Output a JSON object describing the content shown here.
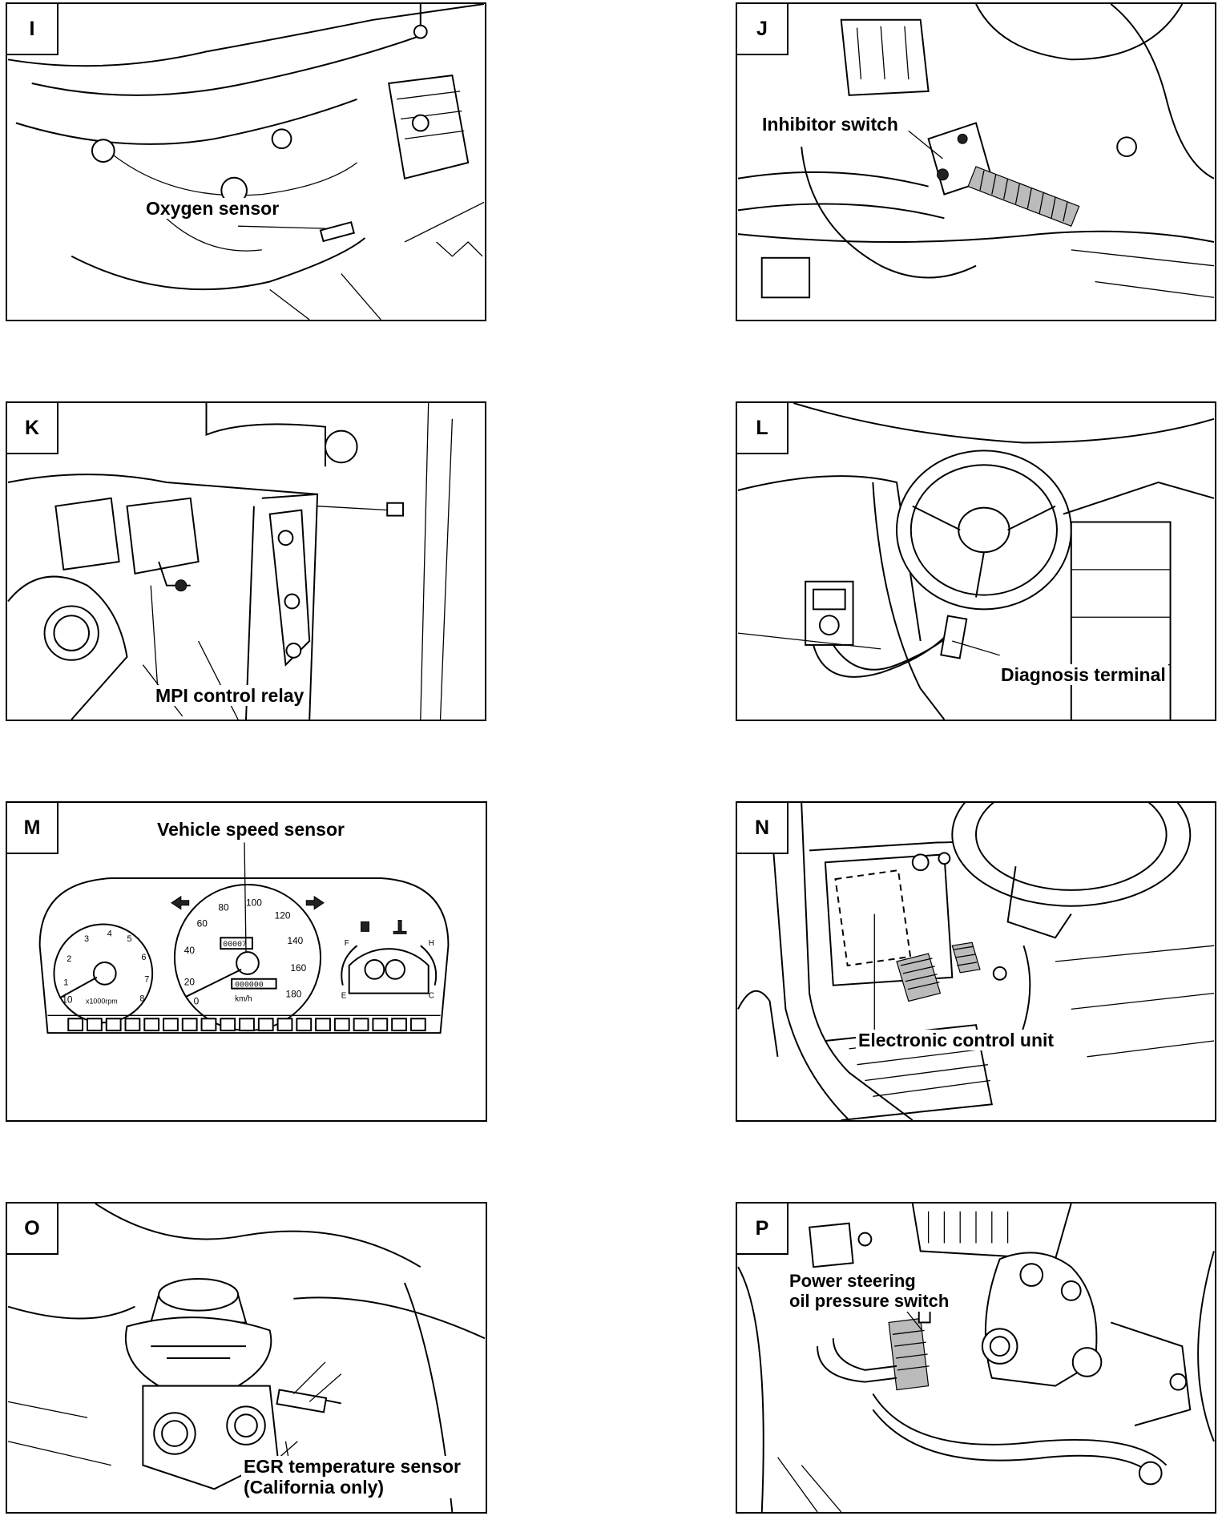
{
  "panels": [
    {
      "letter": "I",
      "label": "Oxygen sensor"
    },
    {
      "letter": "J",
      "label": "Inhibitor switch"
    },
    {
      "letter": "K",
      "label": "MPI control relay"
    },
    {
      "letter": "L",
      "label": "Diagnosis terminal"
    },
    {
      "letter": "M",
      "label": "Vehicle speed sensor",
      "tach_ticks": [
        "1",
        "2",
        "3",
        "4",
        "5",
        "6",
        "7",
        "8"
      ],
      "tach_zero": "10",
      "tach_unit": "x1000rpm",
      "speed_ticks": [
        "0",
        "20",
        "40",
        "60",
        "80",
        "100",
        "120",
        "140",
        "160",
        "180"
      ],
      "speed_unit": "km/h",
      "odometer": "00007",
      "trip": "000000",
      "fuel_ticks": [
        "F",
        "E"
      ],
      "temp_ticks": [
        "H",
        "C"
      ]
    },
    {
      "letter": "N",
      "label": "Electronic control unit"
    },
    {
      "letter": "O",
      "label": "EGR temperature sensor\n(California only)"
    },
    {
      "letter": "P",
      "label": "Power steering\noil pressure switch"
    }
  ]
}
